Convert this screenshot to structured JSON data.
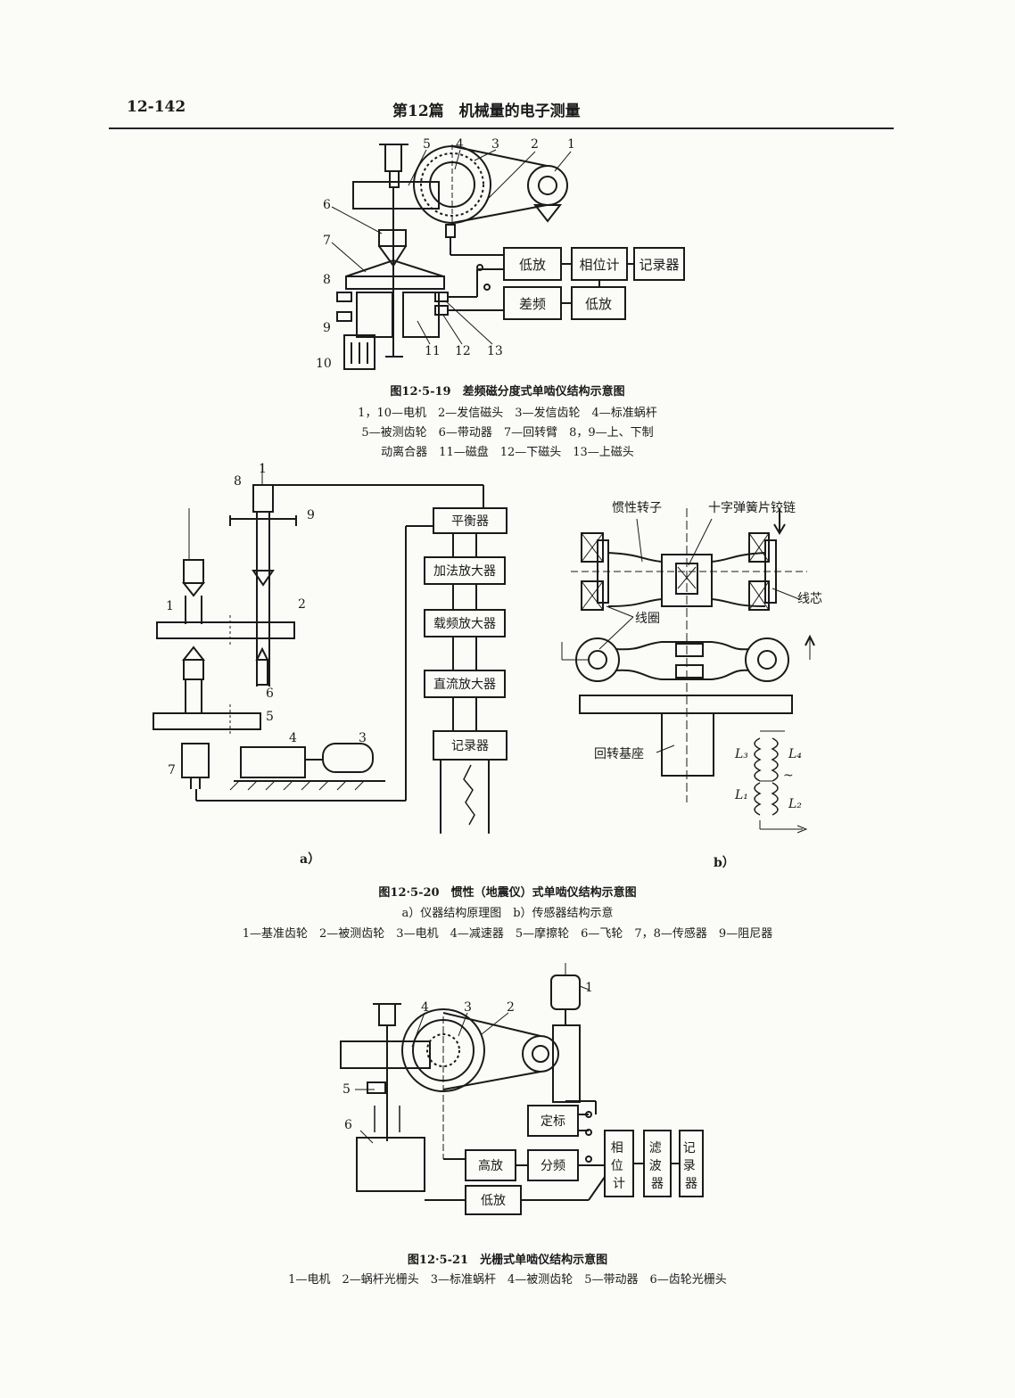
{
  "header": {
    "page_number": "12-142",
    "section_title": "第12篇　机械量的电子测量"
  },
  "fig19": {
    "caption": "图12·5-19　差频磁分度式单啮仪结构示意图",
    "legend": [
      "1，10—电机　2—发信磁头　3—发信齿轮　4—标准蜗杆",
      "5—被测齿轮　6—带动器　7—回转臂　8，9—上、下制",
      "动离合器　11—磁盘　12—下磁头　13—上磁头"
    ],
    "boxes": [
      "低放",
      "相位计",
      "记录器",
      "差频",
      "低放"
    ],
    "numbers": [
      "1",
      "2",
      "3",
      "4",
      "5",
      "6",
      "7",
      "8",
      "9",
      "10",
      "11",
      "12",
      "13"
    ]
  },
  "fig20": {
    "caption": "图12·5-20　惯性（地震仪）式单啮仪结构示意图",
    "subcaption": "a）仪器结构原理图　b）传感器结构示意",
    "legend": "1—基准齿轮　2—被测齿轮　3—电机　4—减速器　5—摩擦轮　6—飞轮　7，8—传感器　9—阻尼器",
    "boxes": [
      "平衡器",
      "加法放大器",
      "载频放大器",
      "直流放大器",
      "记录器"
    ],
    "numbers": [
      "1",
      "2",
      "3",
      "4",
      "5",
      "6",
      "7",
      "8",
      "9"
    ],
    "label_a": "a）",
    "label_b": "b）",
    "b_labels": {
      "rotor": "惯性转子",
      "hinge": "十字弹簧片铰链",
      "core": "线芯",
      "coil": "线圈",
      "base": "回转基座",
      "L1": "L₁",
      "L2": "L₂",
      "L3": "L₃",
      "L4": "L₄",
      "tilde": "~"
    }
  },
  "fig21": {
    "caption": "图12·5-21　光栅式单啮仪结构示意图",
    "legend": "1—电机　2—蜗杆光栅头　3—标准蜗杆　4—被测齿轮　5—带动器　6—齿轮光栅头",
    "boxes": [
      "定标",
      "高放",
      "分频",
      "低放",
      "相位计",
      "滤波器",
      "记录器"
    ],
    "numbers": [
      "1",
      "2",
      "3",
      "4",
      "5",
      "6"
    ]
  }
}
